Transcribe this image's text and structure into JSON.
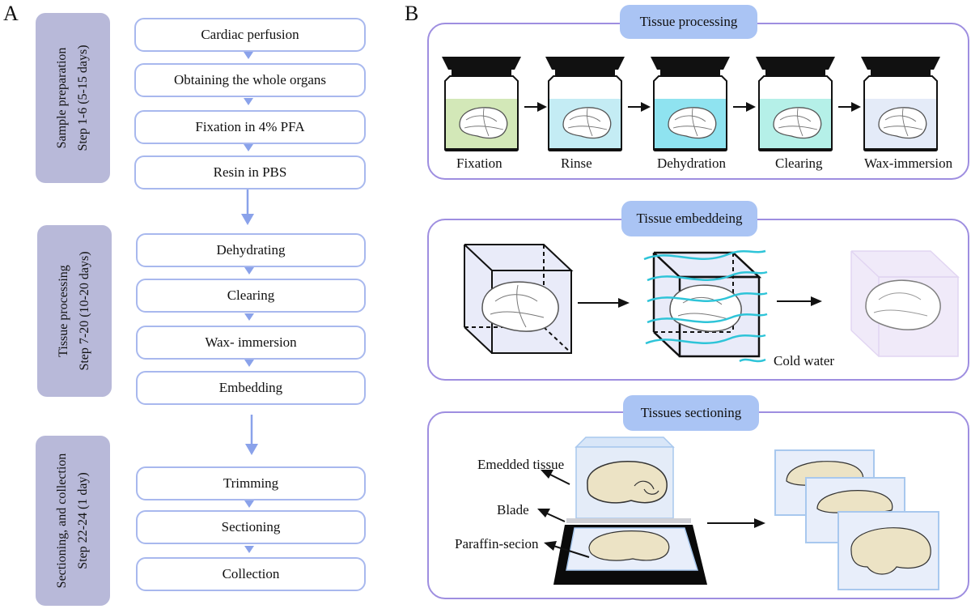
{
  "panel_a": {
    "letter": "A",
    "groups": [
      {
        "title": "Sample preparation",
        "subtitle": "Step 1-6 (5-15 days)"
      },
      {
        "title": "Tissue processing",
        "subtitle": "Step 7-20  (10-20 days)"
      },
      {
        "title": "Sectioning,  and collection",
        "subtitle": "Step 22-24  (1 day)"
      }
    ],
    "steps": [
      "Cardiac perfusion",
      "Obtaining the whole organs",
      "Fixation in 4% PFA",
      "Resin in PBS",
      "Dehydrating",
      "Clearing",
      "Wax- immersion",
      "Embedding",
      "Trimming",
      "Sectioning",
      "Collection"
    ]
  },
  "panel_b": {
    "letter": "B",
    "processing": {
      "title": "Tissue processing",
      "jars": [
        {
          "label": "Fixation",
          "color": "#d3e8b8"
        },
        {
          "label": "Rinse",
          "color": "#c4ecf4"
        },
        {
          "label": "Dehydration",
          "color": "#8fe3f0"
        },
        {
          "label": "Clearing",
          "color": "#b5f0e8"
        },
        {
          "label": "Wax-immersion",
          "color": "#e4ebf8"
        }
      ]
    },
    "embedding": {
      "title": "Tissue embeddeing",
      "legend": "Cold water",
      "water_color": "#2ec4d8"
    },
    "sectioning": {
      "title": "Tissues sectioning",
      "labels": [
        "Emedded tissue",
        "Blade",
        "Paraffin-secion"
      ],
      "tissue_color": "#ece3c5"
    }
  }
}
